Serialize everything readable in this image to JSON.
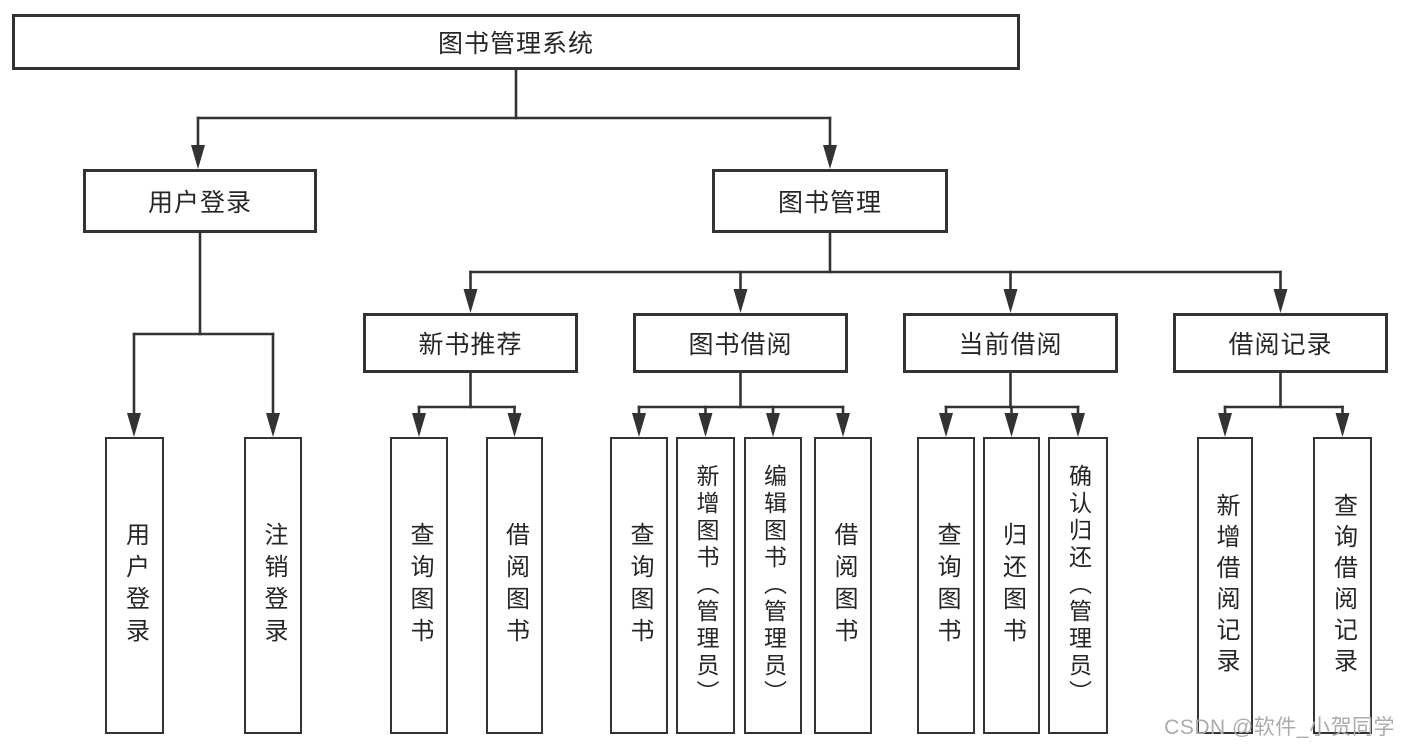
{
  "tree": {
    "label": "图书管理系统",
    "children": [
      {
        "label": "用户登录",
        "children": [
          {
            "label": "用户登录"
          },
          {
            "label": "注销登录"
          }
        ]
      },
      {
        "label": "图书管理",
        "children": [
          {
            "label": "新书推荐",
            "children": [
              {
                "label": "查询图书"
              },
              {
                "label": "借阅图书"
              }
            ]
          },
          {
            "label": "图书借阅",
            "children": [
              {
                "label": "查询图书"
              },
              {
                "label": "新增图书（管理员）"
              },
              {
                "label": "编辑图书（管理员）"
              },
              {
                "label": "借阅图书"
              }
            ]
          },
          {
            "label": "当前借阅",
            "children": [
              {
                "label": "查询图书"
              },
              {
                "label": "归还图书"
              },
              {
                "label": "确认归还（管理员）"
              }
            ]
          },
          {
            "label": "借阅记录",
            "children": [
              {
                "label": "新增借阅记录"
              },
              {
                "label": "查询借阅记录"
              }
            ]
          }
        ]
      }
    ]
  },
  "watermark": {
    "text": "CSDN @软件_小贺同学"
  },
  "colors": {
    "line": "#333333",
    "box_border": "#333333",
    "box_fill": "#ffffff",
    "text": "#262626",
    "watermark": "#ababab",
    "background": "#ffffff"
  }
}
